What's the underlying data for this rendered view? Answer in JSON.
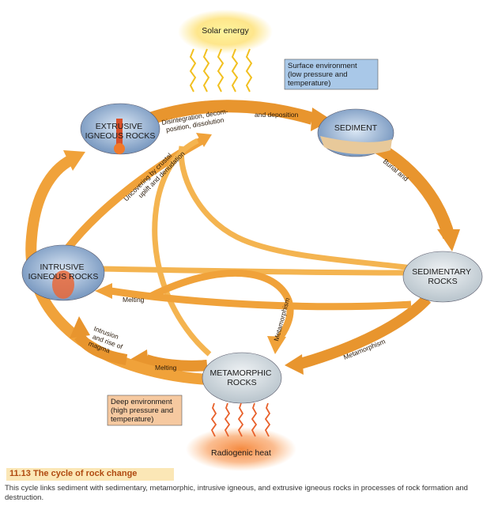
{
  "nodes": {
    "extrusive": "EXTRUSIVE IGNEOUS ROCKS",
    "intrusive": "INTRUSIVE IGNEOUS ROCKS",
    "sediment": "SEDIMENT",
    "sedimentary": "SEDIMENTARY ROCKS",
    "metamorphic": "METAMORPHIC ROCKS"
  },
  "energy": {
    "solar": "Solar energy",
    "radiogenic": "Radiogenic heat"
  },
  "environments": {
    "surface": "Surface environment (low pressure and temperature)",
    "deep": "Deep environment (high pressure and temperature)"
  },
  "processes": {
    "disintegration": "Disintegration, decomposition, dissolution",
    "deposition": "and deposition",
    "burial": "Burial and",
    "uncovering": "Uncovering by crustal uplift and denudation",
    "melting_sedimentary": "Melting",
    "metamorphism_sedimentary": "Metamorphism",
    "metamorphism_inner": "Metamorphism",
    "melting_metamorphic": "Melting",
    "intrusion": "Intrusion and rise of magma"
  },
  "caption": {
    "figure": "11.13  The cycle of rock change",
    "text": "This cycle links sediment with sedimentary, metamorphic, intrusive igneous, and extrusive igneous rocks in processes of rock formation and destruction."
  },
  "colors": {
    "arrow": "#f0a23a",
    "arrow_dark": "#c9741a",
    "node_blue": "#a9c4e4",
    "env_box_surface": "#a9c8e8",
    "env_box_deep": "#f6c9a0"
  }
}
